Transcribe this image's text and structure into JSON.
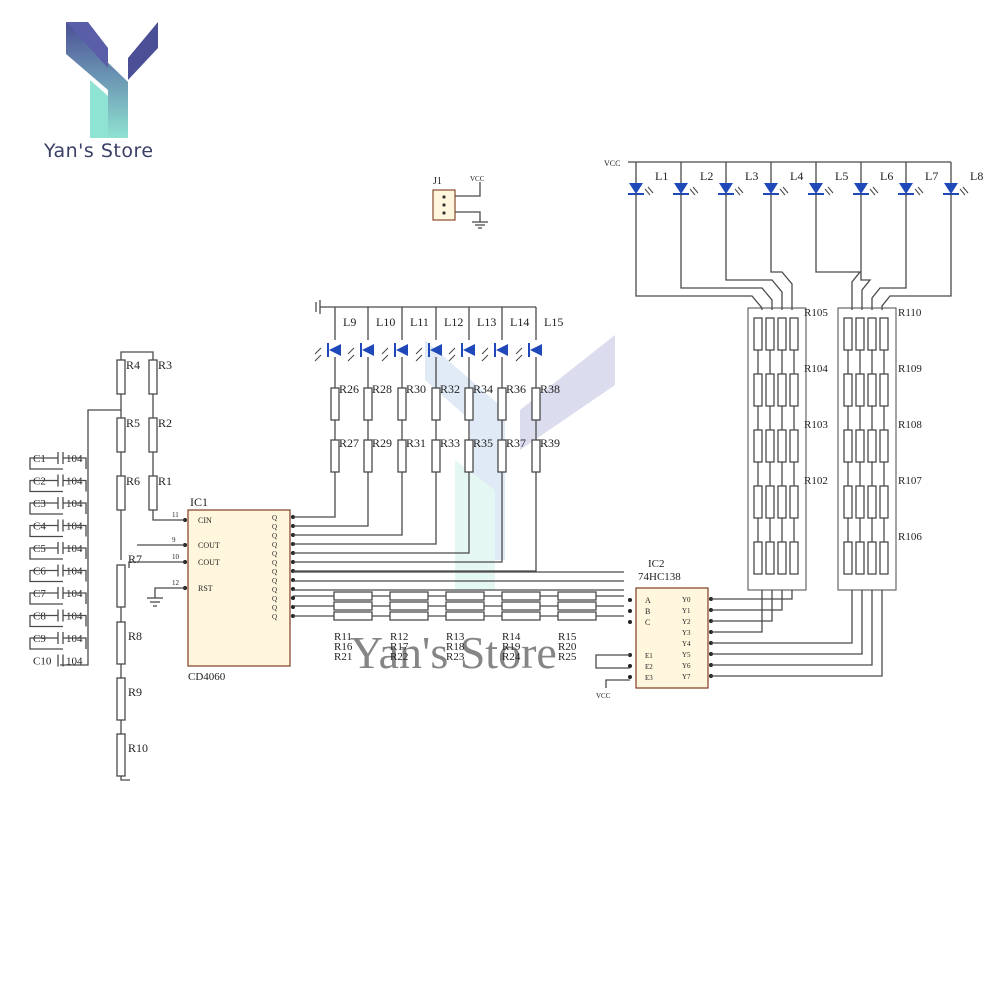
{
  "brand": {
    "name": "Yan's Store",
    "watermark": "Yan's Store",
    "logo": "Y-logo"
  },
  "colors": {
    "wire": "#4a4a4a",
    "ic_fill": "#fff6dd",
    "ic_stroke": "#8a4b2c",
    "led": "#1f49b8",
    "logo_top": "#4b4f96",
    "logo_bottom": "#8fe3d2"
  },
  "header": {
    "label": "J1",
    "vcc": "VCC"
  },
  "led_power": "VCC",
  "top_leds": [
    "L1",
    "L2",
    "L3",
    "L4",
    "L5",
    "L6",
    "L7",
    "L8"
  ],
  "mid_leds": [
    "L9",
    "L10",
    "L11",
    "L12",
    "L13",
    "L14",
    "L15"
  ],
  "mid_res_top": [
    "R26",
    "R28",
    "R30",
    "R32",
    "R34",
    "R36",
    "R38"
  ],
  "mid_res_bottom": [
    "R27",
    "R29",
    "R31",
    "R33",
    "R35",
    "R37",
    "R39"
  ],
  "left_res_col1": [
    "R4",
    "R5",
    "R6"
  ],
  "left_res_col2": [
    "R3",
    "R2",
    "R1"
  ],
  "left_res_chain": [
    "R7",
    "R8",
    "R9",
    "R10"
  ],
  "caps": [
    {
      "name": "C1",
      "value": "104"
    },
    {
      "name": "C2",
      "value": "104"
    },
    {
      "name": "C3",
      "value": "104"
    },
    {
      "name": "C4",
      "value": "104"
    },
    {
      "name": "C5",
      "value": "104"
    },
    {
      "name": "C6",
      "value": "104"
    },
    {
      "name": "C7",
      "value": "104"
    },
    {
      "name": "C8",
      "value": "104"
    },
    {
      "name": "C9",
      "value": "104"
    },
    {
      "name": "C10",
      "value": "104"
    }
  ],
  "ic1": {
    "ref": "IC1",
    "part": "CD4060",
    "pins": [
      "CIN",
      "COUT",
      "COUT",
      "RST"
    ],
    "pin_numbers": [
      "11",
      "9",
      "10",
      "12"
    ]
  },
  "ic2": {
    "ref": "IC2",
    "part": "74HC138",
    "inputs": [
      "A",
      "B",
      "C"
    ],
    "outputs": [
      "Y0",
      "Y1",
      "Y2",
      "Y3",
      "Y4",
      "Y5",
      "Y6",
      "Y7"
    ],
    "enables": [
      "E1",
      "E2",
      "E3"
    ],
    "vcc": "VCC"
  },
  "link_res_rows": [
    [
      "R11",
      "R16",
      "R21"
    ],
    [
      "R12",
      "R17",
      "R22"
    ],
    [
      "R13",
      "R18",
      "R23"
    ],
    [
      "R14",
      "R19",
      "R24"
    ],
    [
      "R15",
      "R20",
      "R25"
    ]
  ],
  "bank_left": [
    "R105",
    "R104",
    "R103",
    "R102"
  ],
  "bank_right": [
    "R110",
    "R109",
    "R108",
    "R107",
    "R106"
  ]
}
